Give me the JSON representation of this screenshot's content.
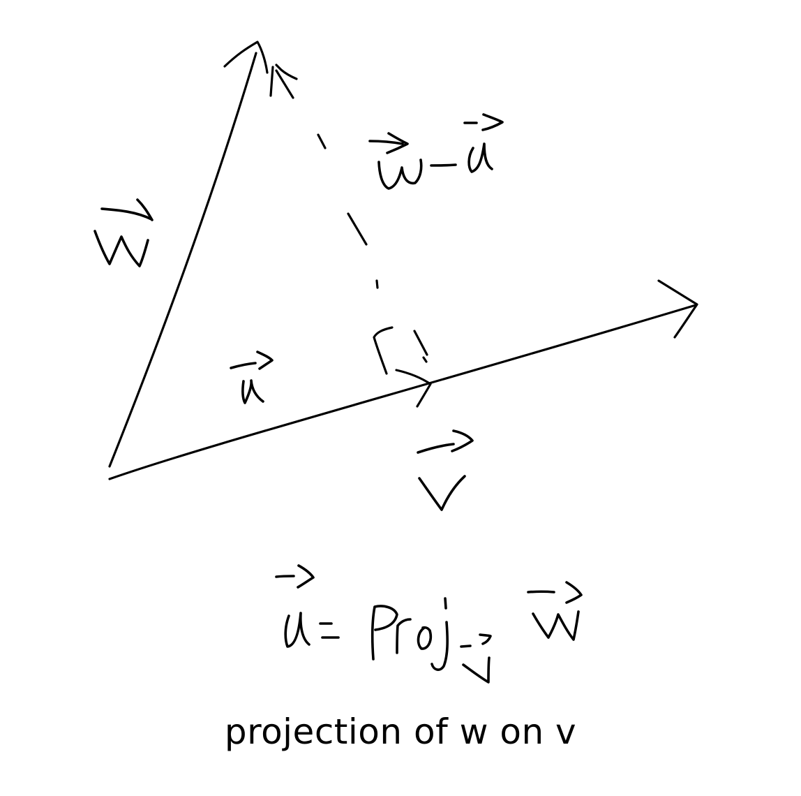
{
  "caption": "projection of w on v",
  "colors": {
    "ink": "#000000",
    "background": "#ffffff"
  },
  "labels": {
    "w": "w",
    "v": "v",
    "u": "u",
    "w_minus_u": "w−u",
    "formula": "u = proj_v w"
  },
  "vectors": [
    {
      "name": "w",
      "style": "solid",
      "arrowhead": true
    },
    {
      "name": "v",
      "style": "solid",
      "arrowhead": true
    },
    {
      "name": "u",
      "style": "solid",
      "arrowhead": true
    },
    {
      "name": "w-u",
      "style": "dashed",
      "arrowhead": true
    }
  ],
  "right_angle_marker": true
}
